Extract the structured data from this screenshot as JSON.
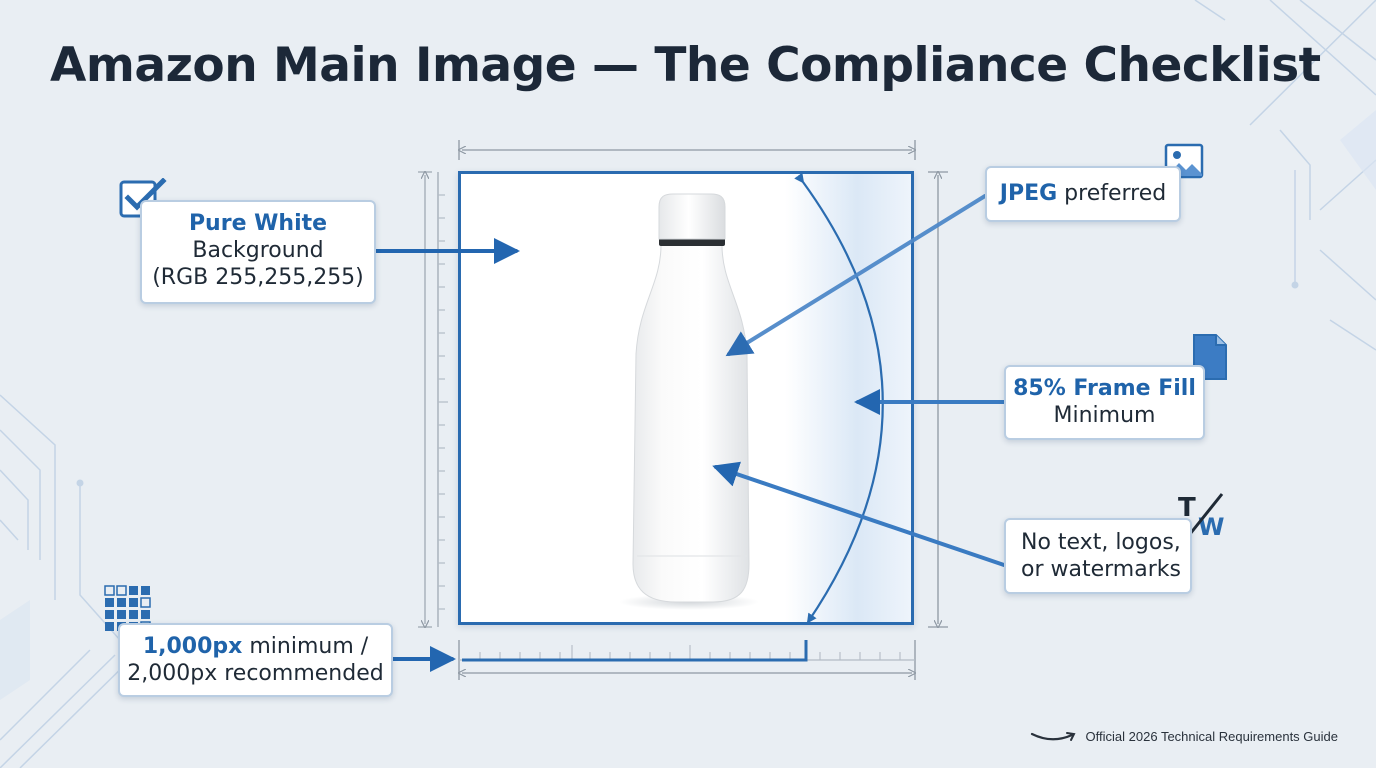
{
  "title": "Amazon Main Image — The Compliance Checklist",
  "callouts": {
    "background": {
      "highlight": "Pure White",
      "line2": "Background",
      "line3": "(RGB 255,255,255)",
      "icon": "checkbox-icon"
    },
    "format": {
      "highlight": "JPEG",
      "rest": " preferred",
      "icon": "image-icon"
    },
    "frame_fill": {
      "highlight": "85% Frame Fill",
      "line2": "Minimum",
      "icon": "document-icon"
    },
    "no_text": {
      "line1": "No text, logos,",
      "line2": "or watermarks",
      "icon": "no-text-watermark-icon"
    },
    "resolution": {
      "highlight": "1,000px",
      "rest1": " minimum /",
      "line2": "2,000px recommended",
      "icon": "pixel-grid-icon"
    }
  },
  "product": "white-water-bottle",
  "footer": {
    "text": "Official 2026 Technical Requirements Guide",
    "icon": "amazon-smile-icon"
  },
  "colors": {
    "accent": "#1f63aa",
    "frame": "#2a6bb0",
    "background": "#e9eef3",
    "title": "#1c2838"
  }
}
